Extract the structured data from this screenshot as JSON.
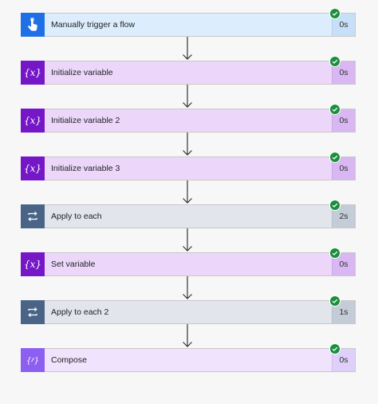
{
  "flow": {
    "steps": [
      {
        "label": "Manually trigger a flow",
        "duration": "0s",
        "type": "trigger",
        "icon": "hand-tap-icon",
        "status": "succeeded"
      },
      {
        "label": "Initialize variable",
        "duration": "0s",
        "type": "variable",
        "icon": "variable-icon",
        "status": "succeeded"
      },
      {
        "label": "Initialize variable 2",
        "duration": "0s",
        "type": "variable",
        "icon": "variable-icon",
        "status": "succeeded"
      },
      {
        "label": "Initialize variable 3",
        "duration": "0s",
        "type": "variable",
        "icon": "variable-icon",
        "status": "succeeded"
      },
      {
        "label": "Apply to each",
        "duration": "2s",
        "type": "loop",
        "icon": "loop-icon",
        "status": "succeeded"
      },
      {
        "label": "Set variable",
        "duration": "0s",
        "type": "variable",
        "icon": "variable-icon",
        "status": "succeeded"
      },
      {
        "label": "Apply to each 2",
        "duration": "1s",
        "type": "loop",
        "icon": "loop-icon",
        "status": "succeeded"
      },
      {
        "label": "Compose",
        "duration": "0s",
        "type": "compose",
        "icon": "compose-icon",
        "status": "succeeded"
      }
    ]
  },
  "colors": {
    "trigger_accent": "#1f6fe5",
    "variable_accent": "#7517c6",
    "loop_accent": "#4a6487",
    "compose_accent": "#8d5ff0",
    "success": "#1a8f3c"
  }
}
